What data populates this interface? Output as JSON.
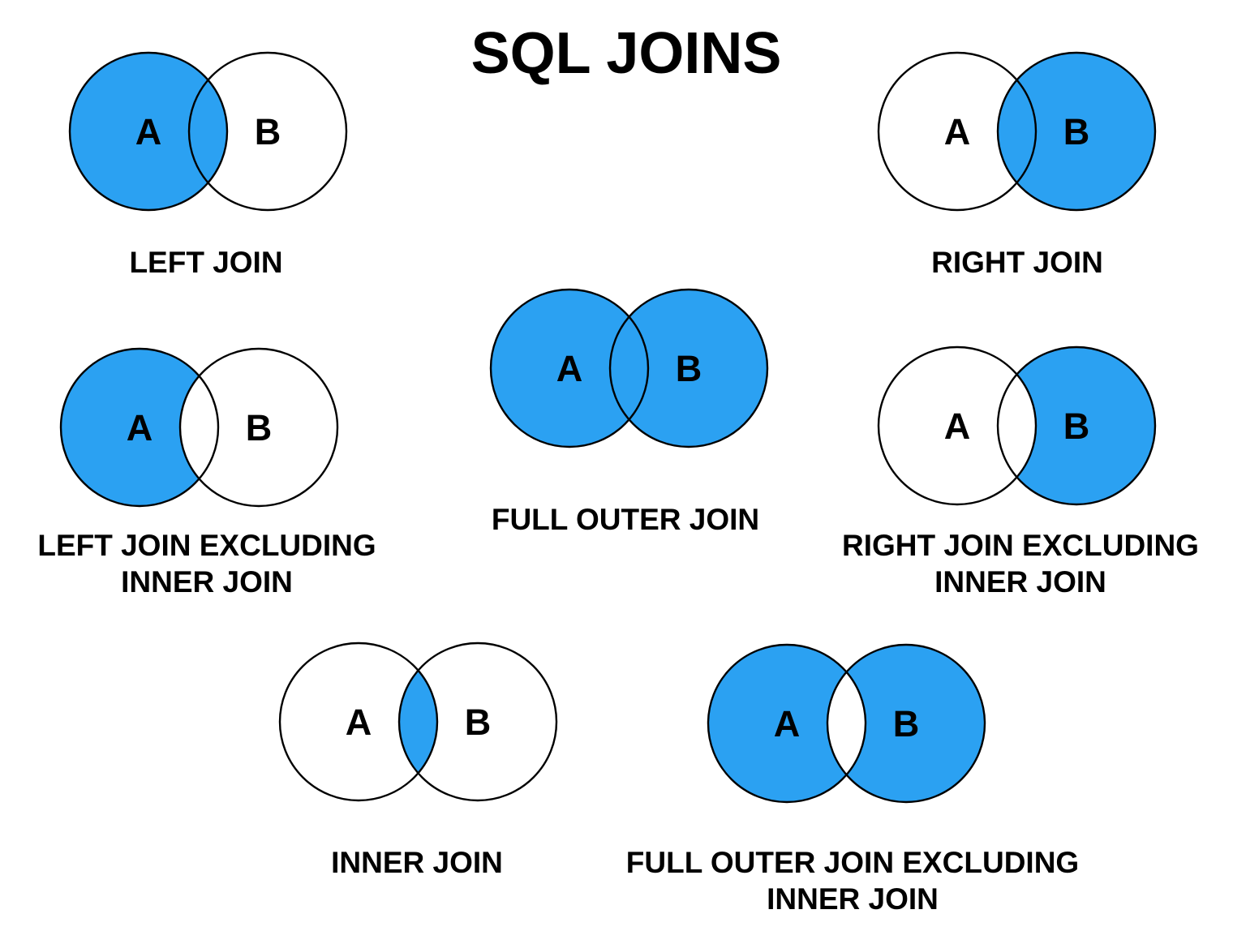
{
  "title": "SQL JOINS",
  "colors": {
    "shade_fill": "#2BA1F2",
    "unshaded_fill": "#FFFFFF",
    "circle_outline": "#000000",
    "text": "#000000",
    "background": "#FFFFFF"
  },
  "circle_labels": {
    "a": "A",
    "b": "B"
  },
  "diagrams": [
    {
      "id": "left-join",
      "caption": "LEFT JOIN",
      "shaded": "left"
    },
    {
      "id": "right-join",
      "caption": "RIGHT JOIN",
      "shaded": "right"
    },
    {
      "id": "left-join-excluding-inner",
      "caption": "LEFT JOIN EXCLUDING\nINNER JOIN",
      "shaded": "left-excluding-inner"
    },
    {
      "id": "full-outer-join",
      "caption": "FULL OUTER JOIN",
      "shaded": "full"
    },
    {
      "id": "right-join-excluding-inner",
      "caption": "RIGHT JOIN EXCLUDING\nINNER JOIN",
      "shaded": "right-excluding-inner"
    },
    {
      "id": "inner-join",
      "caption": "INNER JOIN",
      "shaded": "inner"
    },
    {
      "id": "full-outer-join-excluding-inner",
      "caption": "FULL OUTER JOIN EXCLUDING\nINNER JOIN",
      "shaded": "full-excluding-inner"
    }
  ]
}
